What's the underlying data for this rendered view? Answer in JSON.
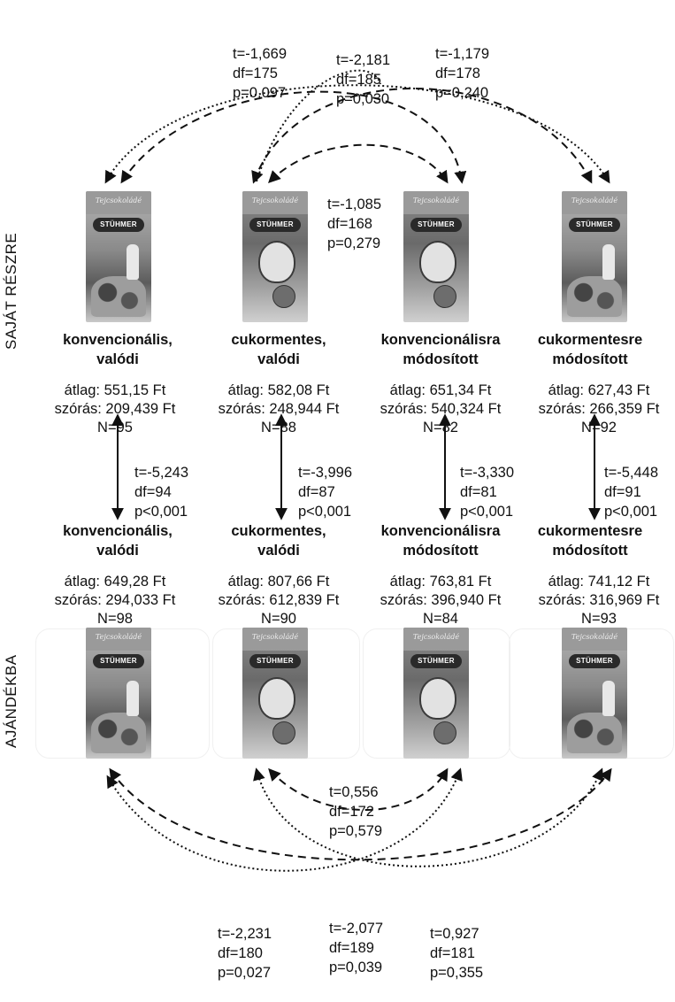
{
  "sides": {
    "own": "SAJÁT RÉSZRE",
    "gift": "AJÁNDÉKBA"
  },
  "products": [
    {
      "line1": "konvencionális,",
      "line2": "valódi",
      "kind": "conventional"
    },
    {
      "line1": "cukormentes,",
      "line2": "valódi",
      "kind": "sugarfree"
    },
    {
      "line1": "konvencionálisra",
      "line2": "módosított",
      "kind": "sugarfree"
    },
    {
      "line1": "cukormentesre",
      "line2": "módosított",
      "kind": "conventional"
    }
  ],
  "brand_text": "STÜHMER",
  "packaging_text": "Tejcsokoládé",
  "own_stats": [
    {
      "mean": "átlag: 551,15 Ft",
      "sd": "szórás: 209,439 Ft",
      "n": "N=95"
    },
    {
      "mean": "átlag: 582,08 Ft",
      "sd": "szórás: 248,944 Ft",
      "n": "N=88"
    },
    {
      "mean": "átlag: 651,34 Ft",
      "sd": "szórás: 540,324 Ft",
      "n": "N=82"
    },
    {
      "mean": "átlag: 627,43 Ft",
      "sd": "szórás: 266,359 Ft",
      "n": "N=92"
    }
  ],
  "gift_stats": [
    {
      "mean": "átlag: 649,28 Ft",
      "sd": "szórás: 294,033 Ft",
      "n": "N=98"
    },
    {
      "mean": "átlag: 807,66 Ft",
      "sd": "szórás: 612,839 Ft",
      "n": "N=90"
    },
    {
      "mean": "átlag: 763,81 Ft",
      "sd": "szórás: 396,940 Ft",
      "n": "N=84"
    },
    {
      "mean": "átlag: 741,12 Ft",
      "sd": "szórás: 316,969 Ft",
      "n": "N=93"
    }
  ],
  "paired_tests": [
    {
      "t": "t=-5,243",
      "df": "df=94",
      "p": "p<0,001"
    },
    {
      "t": "t=-3,996",
      "df": "df=87",
      "p": "p<0,001"
    },
    {
      "t": "t=-3,330",
      "df": "df=81",
      "p": "p<0,001"
    },
    {
      "t": "t=-5,448",
      "df": "df=91",
      "p": "p<0,001"
    }
  ],
  "top_tests": [
    {
      "t": "t=-1,669",
      "df": "df=175",
      "p": "p=0,097"
    },
    {
      "t": "t=-2,181",
      "df": "df=185",
      "p": "p=0,030"
    },
    {
      "t": "t=-1,179",
      "df": "df=178",
      "p": "p=0,240"
    },
    {
      "t": "t=-1,085",
      "df": "df=168",
      "p": "p=0,279"
    }
  ],
  "bottom_tests": [
    {
      "t": "t=0,556",
      "df": "df=172",
      "p": "p=0,579"
    },
    {
      "t": "t=-2,231",
      "df": "df=180",
      "p": "p=0,027"
    },
    {
      "t": "t=-2,077",
      "df": "df=189",
      "p": "p=0,039"
    },
    {
      "t": "t=0,927",
      "df": "df=181",
      "p": "p=0,355"
    }
  ],
  "colors": {
    "text": "#111111",
    "arrow": "#111111",
    "package_dark": "#5a5a5a",
    "package_light": "#b8b8b8"
  }
}
